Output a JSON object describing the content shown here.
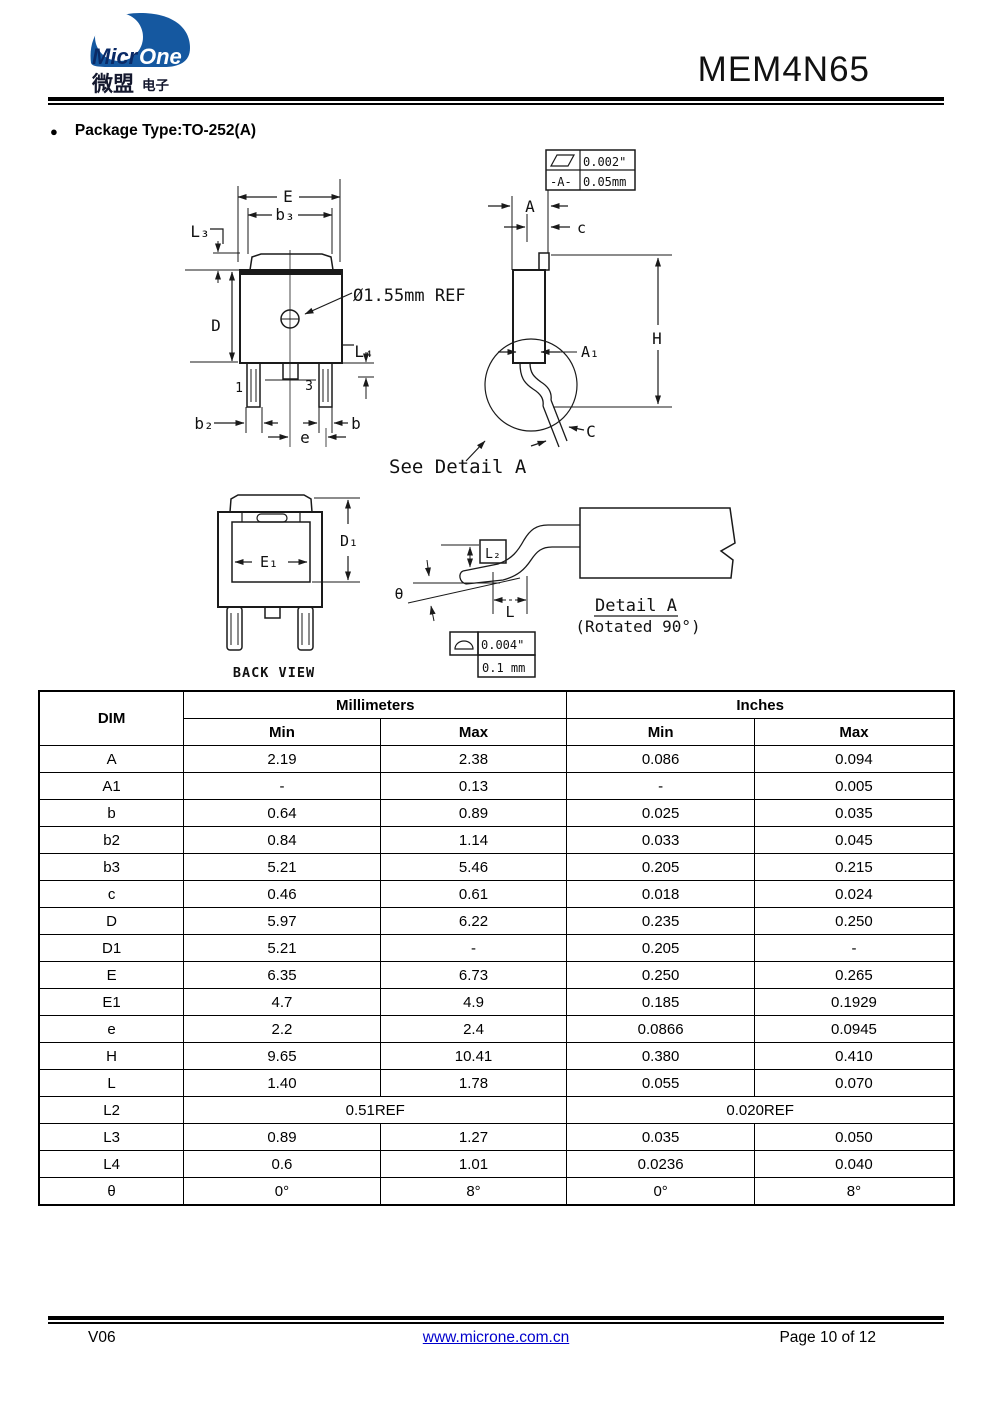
{
  "header": {
    "title": "MEM4N65",
    "logo": {
      "brand_micr": "Micr",
      "brand_one": "One",
      "chinese_main": "微盟",
      "chinese_sub": "电子",
      "brand_blue": "#1558A0"
    }
  },
  "section_heading": {
    "bullet": "●",
    "text": "Package Type:TO-252(A)"
  },
  "front_view": {
    "dim_E": "E",
    "dim_b3": "b₃",
    "dim_L3": "L₃",
    "dim_D": "D",
    "dim_L4": "L₄",
    "dim_b2": "b₂",
    "dim_e": "e",
    "dim_b": "b",
    "pin1": "1",
    "pin3": "3",
    "hole_callout": "Ø1.55mm REF"
  },
  "side_view": {
    "dim_A": "A",
    "dim_c": "c",
    "dim_H": "H",
    "dim_A1": "A₁",
    "dim_C": "C",
    "see_detail": "See Detail A",
    "flatness_box": {
      "symbol": "flatness-parallelogram",
      "tol_in": "0.002\"",
      "datum": "-A-",
      "tol_mm": "0.05mm"
    }
  },
  "back_view": {
    "dim_D1": "D₁",
    "dim_E1": "E₁",
    "caption": "BACK VIEW"
  },
  "detail_a": {
    "dim_L2": "L₂",
    "dim_theta": "θ",
    "dim_L": "L",
    "title": "Detail A",
    "subtitle": "(Rotated 90°)",
    "profile_box": {
      "symbol": "profile-dome",
      "tol_in": "0.004\"",
      "tol_mm": "0.1 mm"
    }
  },
  "table": {
    "dim_header": "DIM",
    "groups": [
      {
        "label": "Millimeters"
      },
      {
        "label": "Inches"
      }
    ],
    "sub_headers": [
      "Min",
      "Max",
      "Min",
      "Max"
    ],
    "rows": [
      {
        "dim": "A",
        "cells": [
          "2.19",
          "2.38",
          "0.086",
          "0.094"
        ]
      },
      {
        "dim": "A1",
        "cells": [
          "-",
          "0.13",
          "-",
          "0.005"
        ]
      },
      {
        "dim": "b",
        "cells": [
          "0.64",
          "0.89",
          "0.025",
          "0.035"
        ]
      },
      {
        "dim": "b2",
        "cells": [
          "0.84",
          "1.14",
          "0.033",
          "0.045"
        ]
      },
      {
        "dim": "b3",
        "cells": [
          "5.21",
          "5.46",
          "0.205",
          "0.215"
        ]
      },
      {
        "dim": "c",
        "cells": [
          "0.46",
          "0.61",
          "0.018",
          "0.024"
        ]
      },
      {
        "dim": "D",
        "cells": [
          "5.97",
          "6.22",
          "0.235",
          "0.250"
        ]
      },
      {
        "dim": "D1",
        "cells": [
          "5.21",
          "-",
          "0.205",
          "-"
        ]
      },
      {
        "dim": "E",
        "cells": [
          "6.35",
          "6.73",
          "0.250",
          "0.265"
        ]
      },
      {
        "dim": "E1",
        "cells": [
          "4.7",
          "4.9",
          "0.185",
          "0.1929"
        ]
      },
      {
        "dim": "e",
        "cells": [
          "2.2",
          "2.4",
          "0.0866",
          "0.0945"
        ]
      },
      {
        "dim": "H",
        "cells": [
          "9.65",
          "10.41",
          "0.380",
          "0.410"
        ]
      },
      {
        "dim": "L",
        "cells": [
          "1.40",
          "1.78",
          "0.055",
          "0.070"
        ]
      },
      {
        "dim": "L2",
        "span_cells": [
          "0.51REF",
          "0.020REF"
        ]
      },
      {
        "dim": "L3",
        "cells": [
          "0.89",
          "1.27",
          "0.035",
          "0.050"
        ]
      },
      {
        "dim": "L4",
        "cells": [
          "0.6",
          "1.01",
          "0.0236",
          "0.040"
        ]
      },
      {
        "dim": "θ",
        "cells": [
          "0°",
          "8°",
          "0°",
          "8°"
        ]
      }
    ]
  },
  "footer": {
    "version": "V06",
    "link": "www.microne.com.cn",
    "page": "Page 10 of 12"
  }
}
